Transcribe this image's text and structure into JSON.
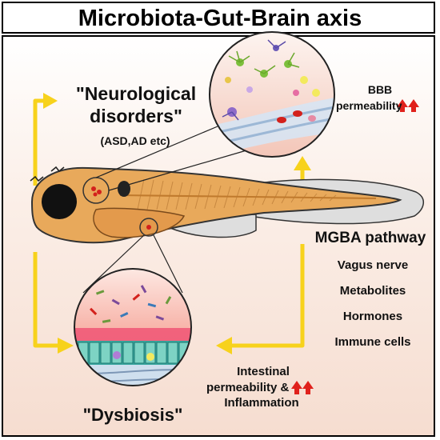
{
  "title": "Microbiota-Gut-Brain axis",
  "brain_label": {
    "line1": "\"Neurological",
    "line2": "disorders\"",
    "examples": "(ASD,AD etc)"
  },
  "bbb_label": {
    "line1": "BBB",
    "line2": "permeability"
  },
  "gut_label": "\"Dysbiosis\"",
  "intestinal_label": {
    "line1": "Intestinal",
    "line2": "permeability &",
    "line3": "Inflammation"
  },
  "pathway": {
    "heading": "MGBA pathway",
    "items": [
      "Vagus nerve",
      "Metabolites",
      "Hormones",
      "Immune cells"
    ]
  },
  "colors": {
    "arrow": "#f7d21c",
    "up_arrow": "#e0211c",
    "fish_body": "#e8a95b",
    "fin": "#d9d9d9",
    "eye": "#111111"
  }
}
